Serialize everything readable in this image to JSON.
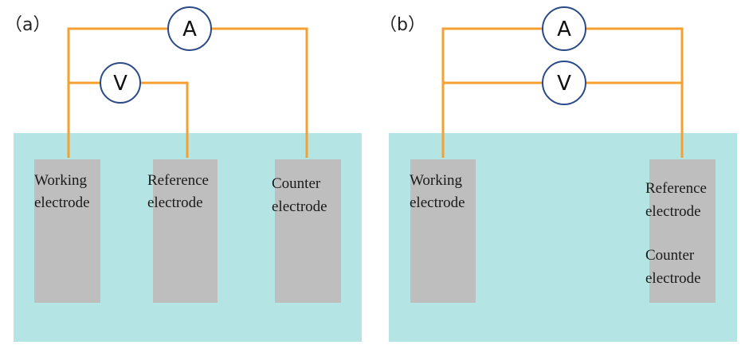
{
  "colors": {
    "wire": "#f4a132",
    "bath": "#b4e4e4",
    "electrode": "#bdbebd",
    "meter_stroke": "#2a4a8a",
    "meter_fill": "#ffffff"
  },
  "panels": {
    "a": {
      "label": "（a）",
      "ammeter": "A",
      "voltmeter": "V",
      "electrodes": {
        "working": {
          "line1": "Working",
          "line2": "electrode"
        },
        "reference": {
          "line1": "Reference",
          "line2": "electrode"
        },
        "counter": {
          "line1": "Counter",
          "line2": "electrode"
        }
      }
    },
    "b": {
      "label": "（b）",
      "ammeter": "A",
      "voltmeter": "V",
      "electrodes": {
        "working": {
          "line1": "Working",
          "line2": "electrode"
        },
        "reference": {
          "line1": "Reference",
          "line2": "electrode"
        },
        "counter": {
          "line1": "Counter",
          "line2": "electrode"
        }
      }
    }
  }
}
